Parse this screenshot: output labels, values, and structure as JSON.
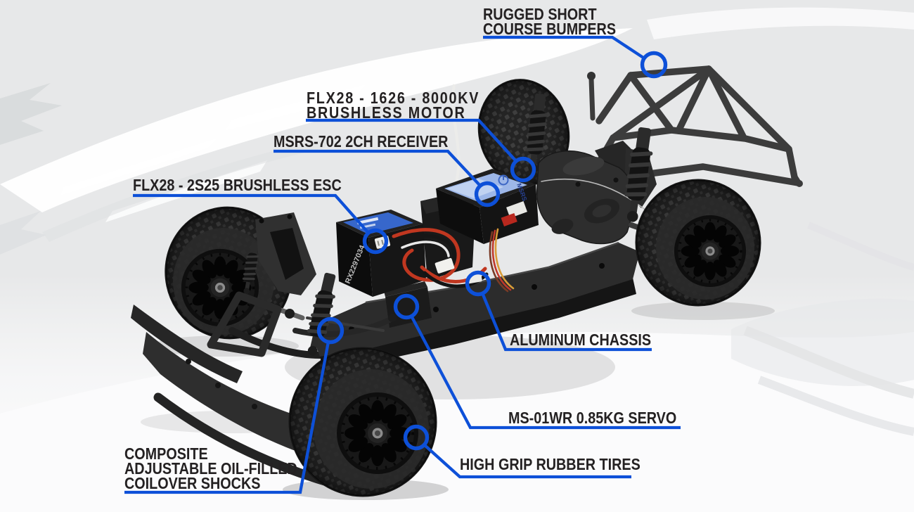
{
  "figure": {
    "type": "product-callout-diagram",
    "subject": "1/24 scale RC short course truck chassis with electronics",
    "orientation": "three-quarter view, front at lower-left, rear roll-cage bumper at upper-right"
  },
  "colors": {
    "accent_blue": "#0d50d8",
    "label_text": "#242122",
    "background_gray": "#e7e8e9",
    "background_white": "#ffffff",
    "car_black": "#222222"
  },
  "callouts": [
    {
      "id": "bumpers",
      "target": "rear roll-cage bumper",
      "lines": [
        "RUGGED SHORT",
        "COURSE BUMPERS"
      ]
    },
    {
      "id": "motor",
      "target": "brushless motor",
      "lines": [
        "FLX28 - 1626 - 8000KV",
        "BRUSHLESS MOTOR"
      ]
    },
    {
      "id": "receiver",
      "target": "2ch radio receiver",
      "lines": [
        "MSRS-702 2CH RECEIVER"
      ]
    },
    {
      "id": "esc",
      "target": "brushless speed controller",
      "lines": [
        "FLX28 - 2S25 BRUSHLESS ESC"
      ]
    },
    {
      "id": "chassis",
      "target": "chassis plate",
      "lines": [
        "ALUMINUM CHASSIS"
      ]
    },
    {
      "id": "servo",
      "target": "steering servo",
      "lines": [
        "MS-01WR 0.85KG SERVO"
      ]
    },
    {
      "id": "tires",
      "target": "front tire",
      "lines": [
        "HIGH GRIP RUBBER TIRES"
      ]
    },
    {
      "id": "shocks",
      "target": "front coilover shock",
      "lines": [
        "COMPOSITE",
        "ADJUSTABLE OIL-FILLED",
        "COILOVER SHOCKS"
      ]
    }
  ],
  "illustration": {
    "esc_side_sticker": "RX2297034",
    "receiver_chip_label": "MSRS"
  }
}
